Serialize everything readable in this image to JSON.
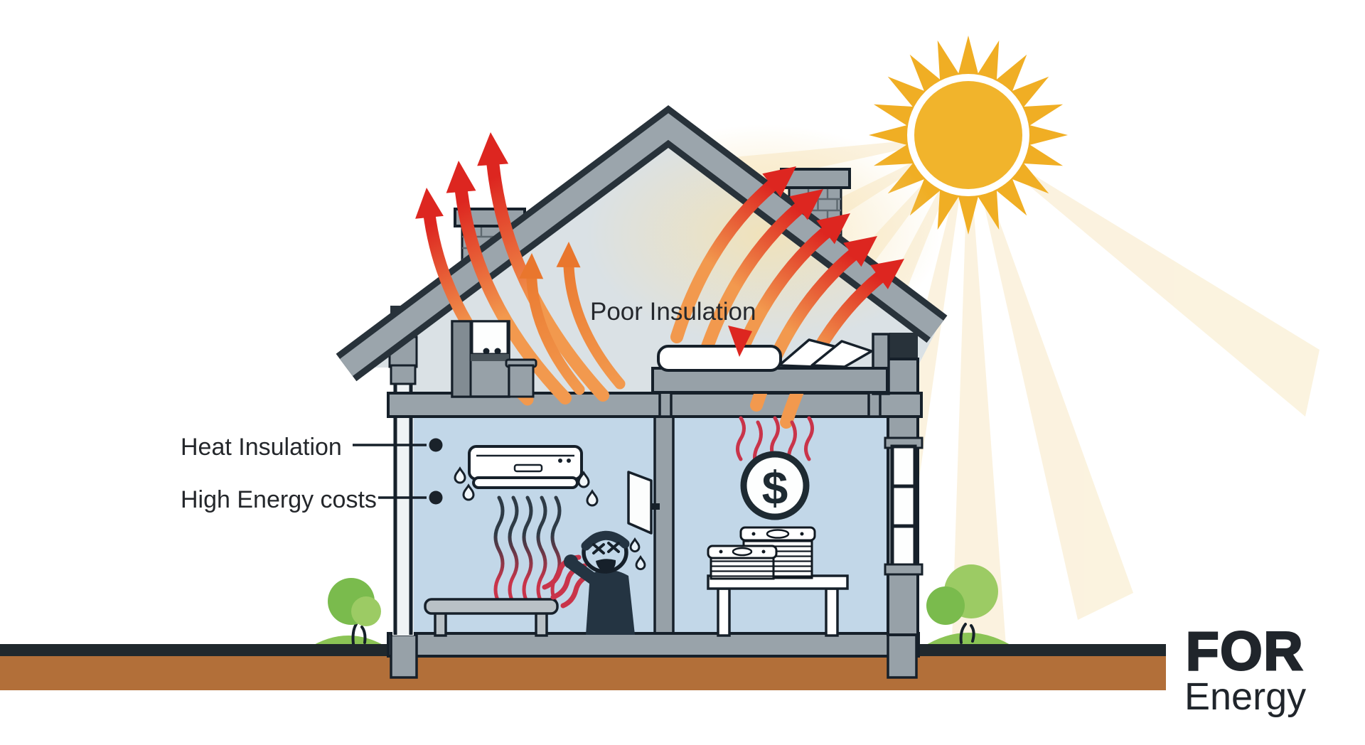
{
  "labels": {
    "poor_insulation": "Poor Insulation",
    "heat_insulation": "Heat Insulation",
    "high_energy_costs": "High Energy costs",
    "currency_symbol": "$"
  },
  "logo": {
    "primary": "FOR",
    "secondary": "Energy"
  },
  "colors": {
    "sun_core": "#F1B42C",
    "sun_spike": "#F0AE24",
    "sun_beam": "#F8E9C5",
    "arrow_red": "#DD2620",
    "arrow_orange": "#F2994E",
    "arrow_orange_deep": "#E9762D",
    "roof_dark": "#28323A",
    "roof_gray": "#9BA5AC",
    "attic_fill": "#DAE1E5",
    "room_fill": "#C2D7E8",
    "wall_gray": "#97A1A8",
    "floor_gray": "#99A3AA",
    "ink": "#16202A",
    "ground_brown": "#B26F39",
    "ground_dark": "#20282D",
    "bush_green": "#7ABB4D",
    "bush_green_light": "#9CCB64",
    "mound_green": "#8BC455",
    "heat_wave_red": "#C9344A",
    "heat_wave_navy": "#2E3B46",
    "figure_dark": "#243442",
    "text_dark": "#24272B",
    "logo_dark": "#20252B"
  },
  "icons": {
    "sun": "sun-icon",
    "heat_arrows": "heat-arrow-icon",
    "dollar": "dollar-circle-icon",
    "money": "money-stack-icon",
    "air_conditioner": "air-conditioner-icon",
    "window": "window-icon",
    "chimney": "chimney-icon",
    "bush": "bush-icon"
  }
}
